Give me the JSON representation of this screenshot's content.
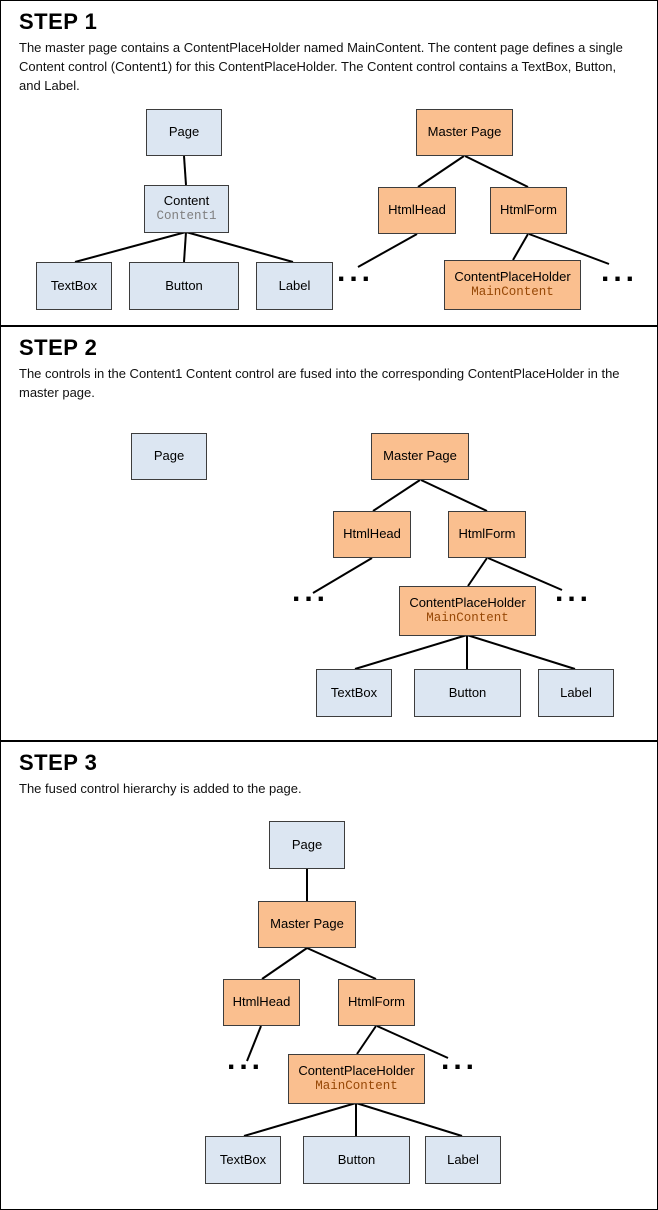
{
  "steps": [
    {
      "title": "STEP 1",
      "description": "The master page contains a ContentPlaceHolder named MainContent. The content page defines a single Content control (Content1) for this ContentPlaceHolder. The Content control contains a TextBox, Button, and Label."
    },
    {
      "title": "STEP 2",
      "description": "The controls in the Content1 Content control are fused into the corresponding ContentPlaceHolder in the master page."
    },
    {
      "title": "STEP 3",
      "description": "The fused control hierarchy is added to the page."
    }
  ],
  "nodes": {
    "page": "Page",
    "content": "Content",
    "content_name": "Content1",
    "textbox": "TextBox",
    "button": "Button",
    "label": "Label",
    "master_page": "Master Page",
    "html_head": "HtmlHead",
    "html_form": "HtmlForm",
    "content_placeholder": "ContentPlaceHolder",
    "placeholder_name": "MainContent",
    "ellipsis": "..."
  },
  "colors": {
    "content_page_box_fill": "#dce6f2",
    "master_page_box_fill": "#fabf8f",
    "box_border": "#3d3d3d",
    "content_name_text": "#7f7f7f",
    "placeholder_name_text": "#974806",
    "connector_line": "#000000"
  }
}
